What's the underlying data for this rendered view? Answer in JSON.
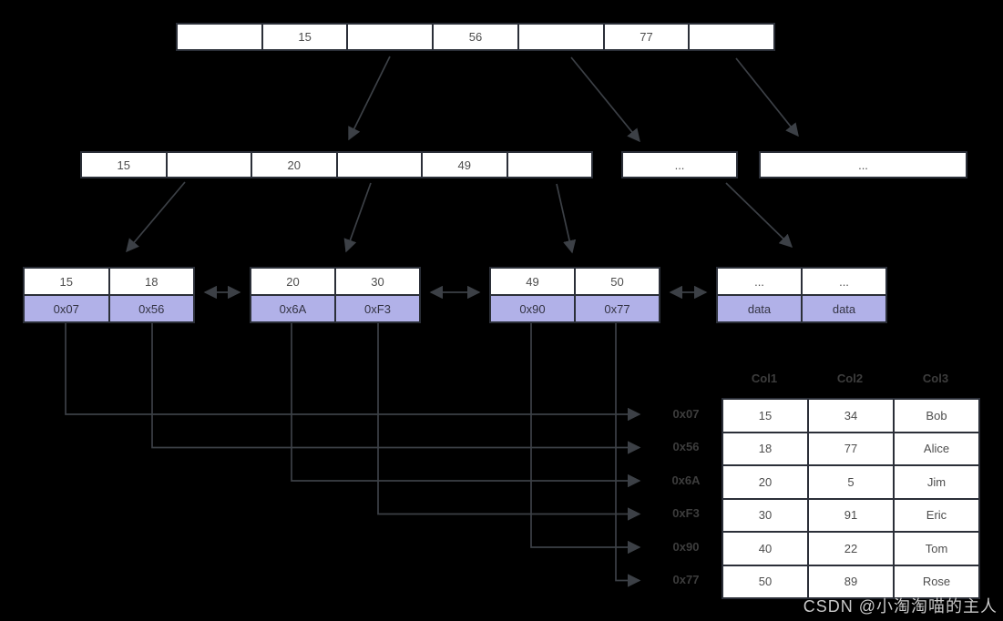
{
  "diagram": {
    "root_node": {
      "cells": [
        "",
        "15",
        "",
        "56",
        "",
        "77",
        ""
      ]
    },
    "internal_nodes": [
      {
        "cells": [
          "15",
          "",
          "20",
          "",
          "49",
          ""
        ]
      },
      {
        "cells": [
          "..."
        ]
      },
      {
        "cells": [
          "..."
        ]
      }
    ],
    "leaf_nodes": [
      {
        "keys": [
          "15",
          "18"
        ],
        "pointers": [
          "0x07",
          "0x56"
        ]
      },
      {
        "keys": [
          "20",
          "30"
        ],
        "pointers": [
          "0x6A",
          "0xF3"
        ]
      },
      {
        "keys": [
          "49",
          "50"
        ],
        "pointers": [
          "0x90",
          "0x77"
        ]
      },
      {
        "keys": [
          "...",
          "..."
        ],
        "pointers": [
          "data",
          "data"
        ]
      }
    ],
    "address_labels": [
      "0x07",
      "0x56",
      "0x6A",
      "0xF3",
      "0x90",
      "0x77"
    ],
    "table": {
      "headers": [
        "Col1",
        "Col2",
        "Col3"
      ],
      "rows": [
        [
          "15",
          "34",
          "Bob"
        ],
        [
          "18",
          "77",
          "Alice"
        ],
        [
          "20",
          "5",
          "Jim"
        ],
        [
          "30",
          "91",
          "Eric"
        ],
        [
          "40",
          "22",
          "Tom"
        ],
        [
          "50",
          "89",
          "Rose"
        ]
      ]
    },
    "watermark": "CSDN @小淘淘喵的主人",
    "colors": {
      "background": "#000000",
      "node_fill": "#ffffff",
      "node_border": "#2b2f38",
      "pointer_fill": "#b1b1e8",
      "arrow": "#3c4046",
      "label_text": "#3d3d3d",
      "cell_text": "#4d4d4d",
      "pointer_text": "#343444",
      "watermark_text": "#c9c9c9"
    }
  }
}
